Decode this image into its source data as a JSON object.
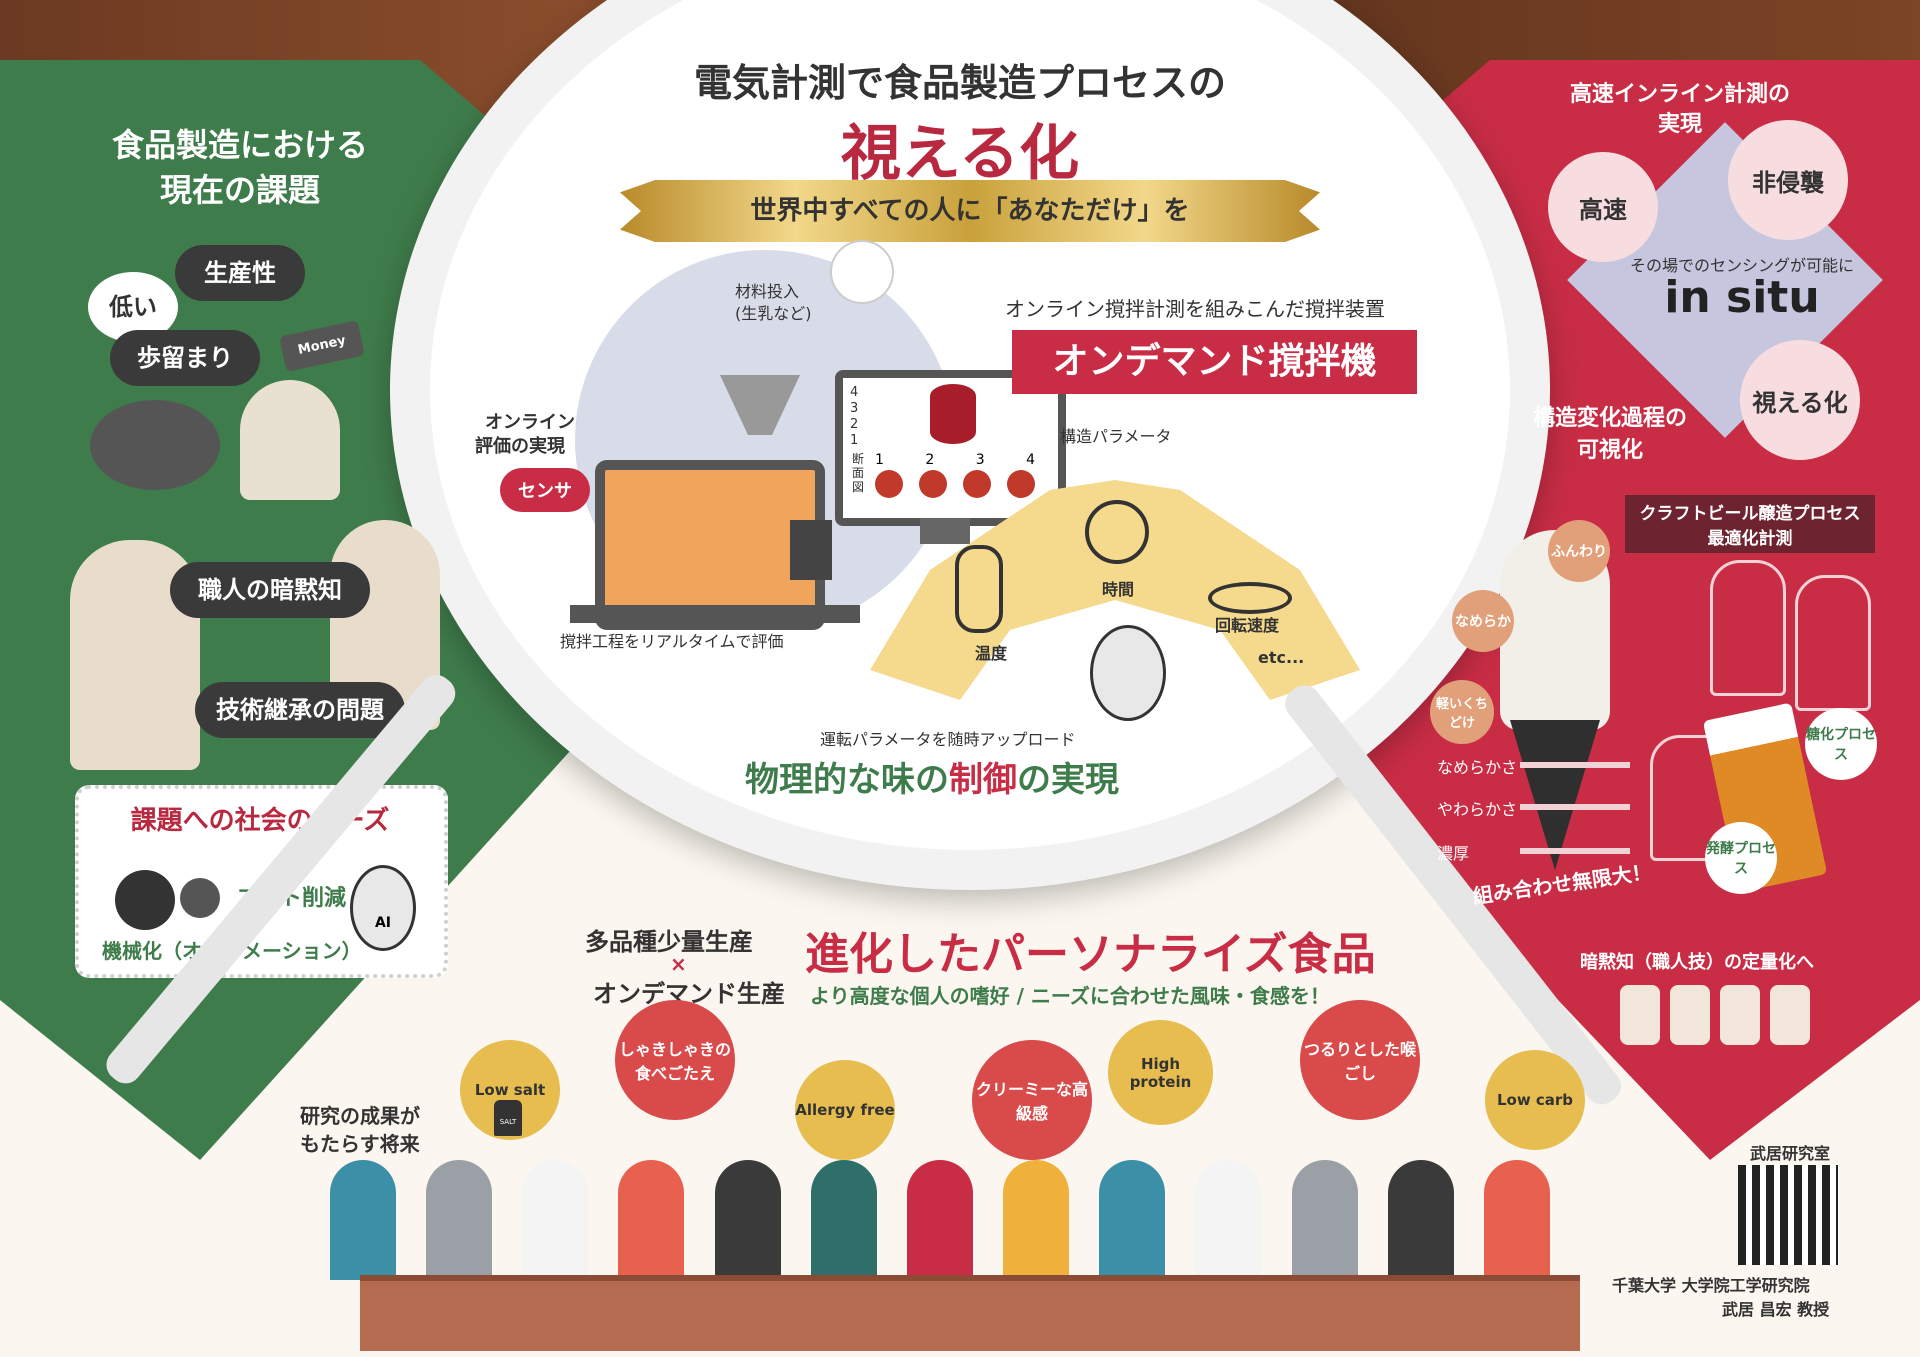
{
  "header": {
    "title": "電気計測で食品製造プロセスの",
    "subtitle": "視える化",
    "ribbon": "世界中すべての人に「あなただけ」を"
  },
  "left": {
    "heading1": "食品製造における",
    "heading2": "現在の課題",
    "bubbles": [
      "生産性",
      "低い",
      "歩留まり"
    ],
    "money": "Money",
    "craft": "職人の暗黙知",
    "succession": "技術継承の問題",
    "needs_title": "課題への社会のニーズ",
    "cost": "コスト削減",
    "auto": "機械化（オートメーション）",
    "ai": "AI"
  },
  "center": {
    "material": "材料投入",
    "material_sub": "(生乳など)",
    "online1": "オンライン",
    "online2": "評価の実現",
    "sensor": "センサ",
    "realtime": "撹拌工程をリアルタイムで評価",
    "mixer_caption": "オンライン撹拌計測を組みこんだ撹拌装置",
    "mixer_name": "オンデマンド撹拌機",
    "struct_param": "構造パラメータ",
    "section_label": "断面図",
    "levels": [
      "4",
      "3",
      "2",
      "1"
    ],
    "cross_nums": [
      "1",
      "2",
      "3",
      "4"
    ],
    "fan": [
      "温度",
      "時間",
      "回転速度",
      "etc..."
    ],
    "upload": "運転パラメータを随時アップロード",
    "control_a": "物理的な味の",
    "control_b": "制御",
    "control_c": "の実現"
  },
  "right": {
    "heading1": "高速インライン計測の",
    "heading2": "実現",
    "fast": "高速",
    "noninvasive": "非侵襲",
    "sensing": "その場でのセンシングが可能に",
    "insitu": "in situ",
    "visible": "視える化",
    "struct1": "構造変化過程の",
    "struct2": "可視化",
    "beer_title1": "クラフトビール醸造プロセス",
    "beer_title2": "最適化計測",
    "funwari": "ふんわり",
    "nameraka": "なめらか",
    "karui": "軽いくちどけ",
    "sliders": [
      "なめらかさ",
      "やわらかさ",
      "濃厚"
    ],
    "combo": "組み合わせ無限大！",
    "saccharify": "糖化プロセス",
    "ferment": "発酵プロセス",
    "tacit": "暗黙知（職人技）の定量化へ"
  },
  "bottom": {
    "multi": "多品種少量生産",
    "cross": "×",
    "ondemand": "オンデマンド生産",
    "evolved": "進化したパーソナライズ食品",
    "evolved_sub": "より高度な個人の嗜好 / ニーズに合わせた風味・食感を！",
    "future1": "研究の成果が",
    "future2": "もたらす将来",
    "speech": [
      "Low salt",
      "しゃきしゃきの食べごたえ",
      "Allergy free",
      "クリーミーな高級感",
      "High protein",
      "つるりとした喉ごし",
      "Low carb"
    ],
    "salt_label": "SALT",
    "lab": "武居研究室",
    "univ": "千葉大学 大学院工学研究院",
    "prof": "武居 昌宏 教授"
  },
  "colors": {
    "green": "#3f7c4b",
    "red": "#c82d45",
    "gold": "#d8b45a",
    "dark": "#3a3a3a"
  }
}
